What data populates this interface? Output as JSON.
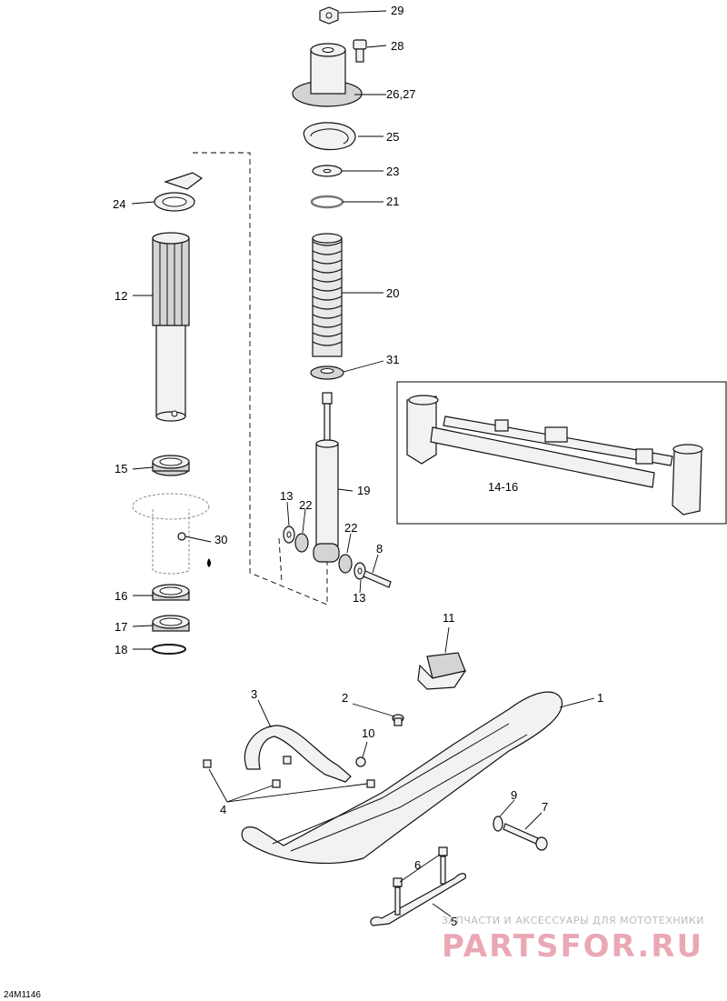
{
  "diagram": {
    "callouts": {
      "c29": "29",
      "c28": "28",
      "c2627": "26,27",
      "c25": "25",
      "c23": "23",
      "c21": "21",
      "c20": "20",
      "c31": "31",
      "c24": "24",
      "c12": "12",
      "c15": "15",
      "c19": "19",
      "c13a": "13",
      "c22a": "22",
      "c22b": "22",
      "c8": "8",
      "c13b": "13",
      "c30": "30",
      "c16": "16",
      "c17": "17",
      "c18": "18",
      "c1416": "14-16",
      "c11": "11",
      "c3": "3",
      "c2": "2",
      "c1": "1",
      "c10": "10",
      "c4": "4",
      "c9": "9",
      "c7": "7",
      "c6": "6",
      "c5": "5"
    },
    "drawing_code": "24M1146"
  },
  "watermark": {
    "tagline": "ЗАПЧАСТИ И АКСЕССУАРЫ ДЛЯ МОТОТЕХНИКИ",
    "logo": "PARTSFOR.RU",
    "color": "#e79aa7"
  }
}
